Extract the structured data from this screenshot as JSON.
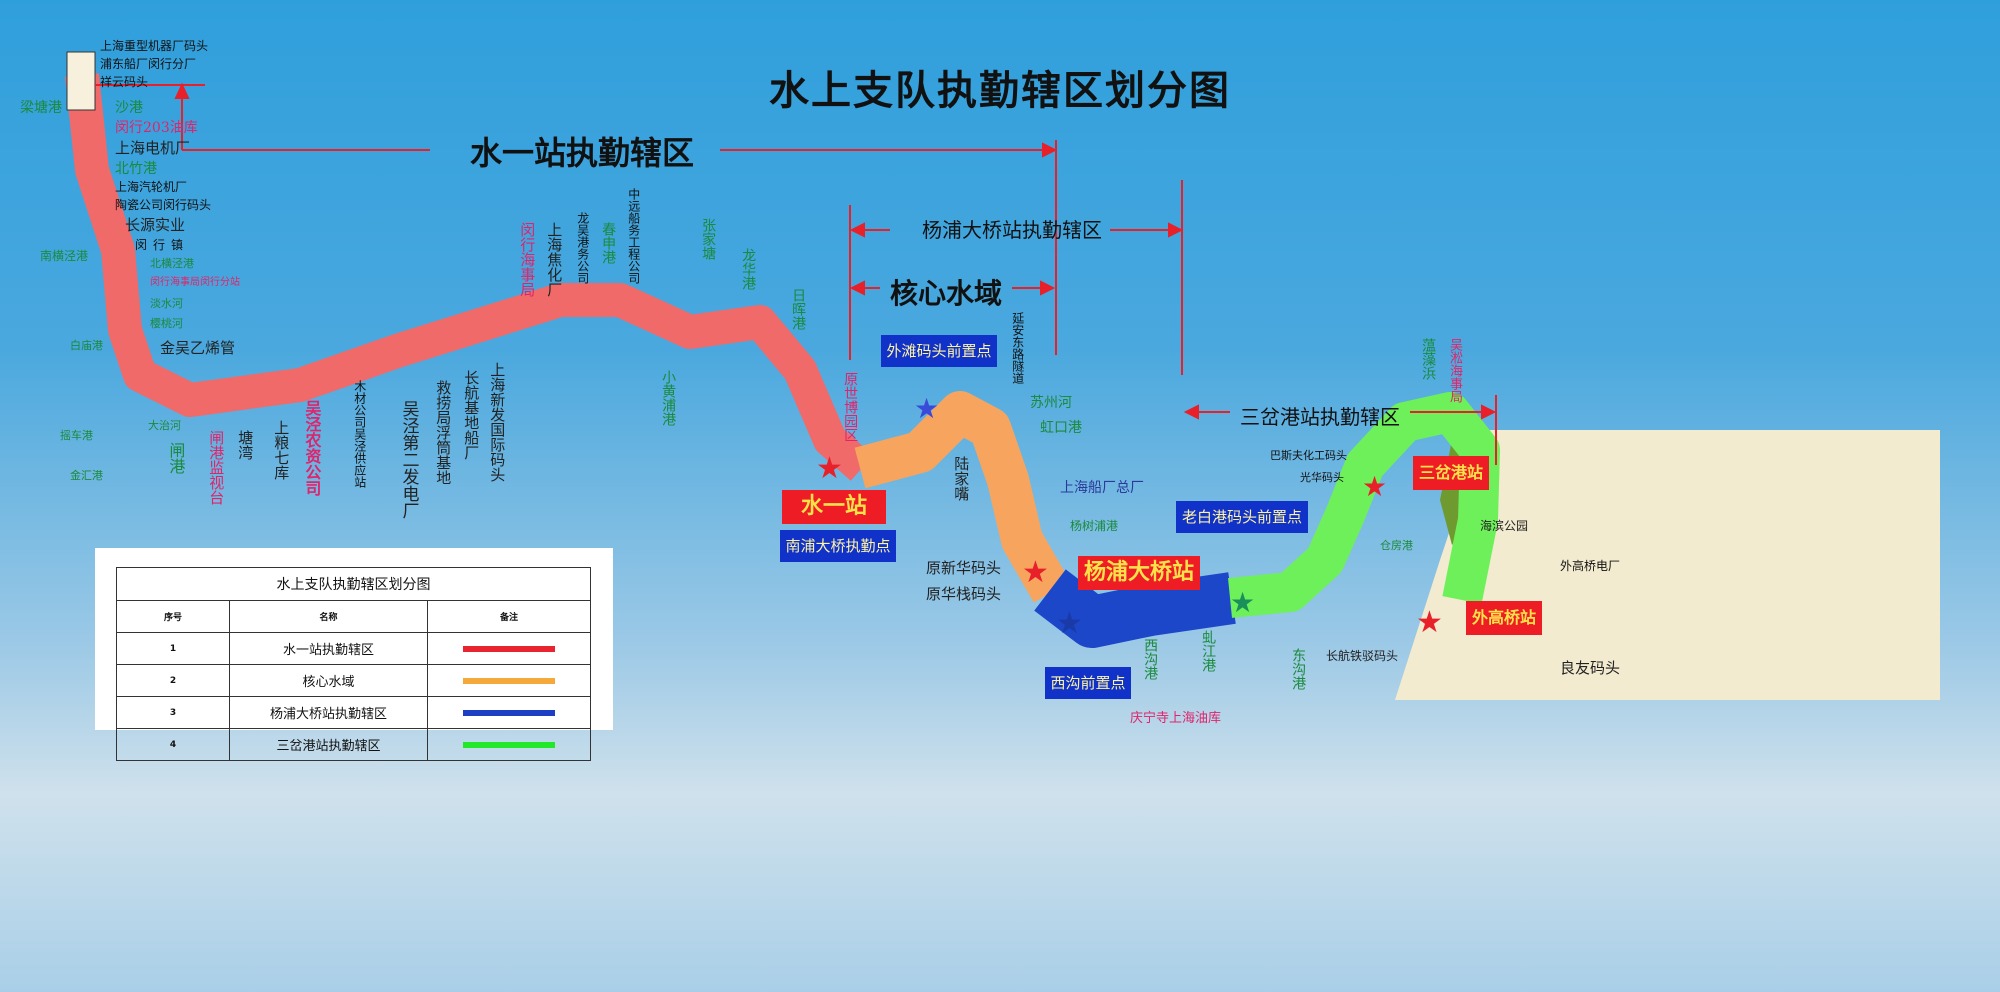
{
  "title": "水上支队执勤辖区划分图",
  "zones": {
    "shuiyi": "水一站执勤辖区",
    "yangpu": "杨浦大桥站执勤辖区",
    "core": "核心水域",
    "sancha": "三岔港站执勤辖区"
  },
  "stations": {
    "shuiyi": "水一站",
    "yangpu": "杨浦大桥站",
    "sancha": "三岔港站",
    "waigaoqiao": "外高桥站"
  },
  "points": {
    "waitan": "外滩码头前置点",
    "nanpu": "南浦大桥执勤点",
    "laobaigang": "老白港码头前置点",
    "xigou": "西沟前置点"
  },
  "places": [
    "上海重型机器厂码头",
    "浦东船厂闵行分厂",
    "祥云码头",
    "梁塘港",
    "沙港",
    "闵行203油库",
    "上海电机厂",
    "北竹港",
    "上海汽轮机厂",
    "陶瓷公司闵行码头",
    "长源实业",
    "闵行镇",
    "北横泾港",
    "南横泾港",
    "闵行海事局闵行分站",
    "淡水河",
    "樱桃河",
    "白庙港",
    "金吴乙烯管",
    "摇车港",
    "闸港监视台",
    "金汇港",
    "塘湾",
    "大治河",
    "闸港",
    "上粮七库",
    "吴泾农资公司",
    "吴泾第二发电厂",
    "木材公司吴泾供应站",
    "闵行海事局",
    "上海焦化厂",
    "长航基地船厂",
    "上海新发国际码头",
    "救捞局浮筒基地",
    "龙吴港务公司",
    "春申港",
    "中远船务工程公司",
    "张家塘",
    "龙华港",
    "日晖港",
    "小黄浦港",
    "原世博园区",
    "延安东路隧道",
    "苏州河",
    "虹口港",
    "陆家嘴",
    "原新华码头",
    "原华栈码头",
    "上海船厂总厂",
    "杨树浦港",
    "虬江港",
    "长航铁驳码头",
    "海滨公园",
    "外高桥电厂",
    "良友码头",
    "东沟港",
    "西沟港",
    "庆宁寺上海油库",
    "仓房港",
    "蕰藻浜",
    "吴淞海事局",
    "光华码头",
    "巴斯夫化工码头"
  ],
  "legend": {
    "caption": "水上支队执勤辖区划分图",
    "headers": [
      "序号",
      "名称",
      "备注"
    ],
    "rows": [
      {
        "no": "1",
        "name": "水一站执勤辖区",
        "color": "#e8242f"
      },
      {
        "no": "2",
        "name": "核心水域",
        "color": "#f6a93b"
      },
      {
        "no": "3",
        "name": "杨浦大桥站执勤辖区",
        "color": "#1d3fc4"
      },
      {
        "no": "4",
        "name": "三岔港站执勤辖区",
        "color": "#22e82a"
      }
    ]
  },
  "colors": {
    "red_zone": "#f06a6a",
    "core_zone": "#f7a55e",
    "yangpu_zone": "#1c47c8",
    "sancha_zone": "#6ef05a",
    "arrow": "#e8202a"
  }
}
